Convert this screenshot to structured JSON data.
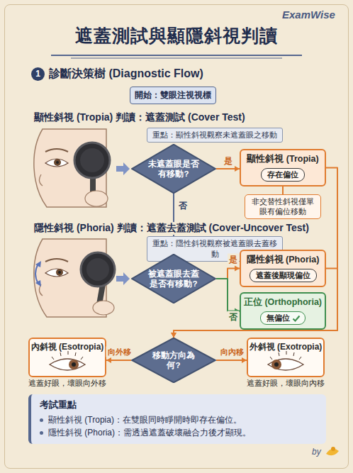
{
  "diagram": {
    "title": "遮蓋測試與顯隱斜視判讀",
    "nodes": [
      {
        "text": [
          "開始：雙眼注視視標"
        ]
      },
      {
        "text": [
          "重點：顯性斜視觀察未遮蓋眼之移動"
        ]
      },
      {
        "text": [
          "未遮蓋眼是否有移動?"
        ]
      },
      {
        "text": [
          "顯性斜視 (Tropia)"
        ]
      },
      {
        "text": [
          "存在偏位"
        ],
        "in": 3
      },
      {
        "text": [
          "非交替性斜視僅單眼有偏位移動"
        ]
      },
      {
        "text": [
          "重點：隱性斜視觀察被遮蓋眼去蓋移動"
        ]
      },
      {
        "text": [
          "被遮蓋眼去蓋是否有移動?"
        ]
      },
      {
        "text": [
          "隱性斜視 (Phoria)"
        ]
      },
      {
        "text": [
          "遮蓋後顯現偏位"
        ],
        "in": 8
      },
      {
        "text": [
          "正位 (Orthophoria)"
        ]
      },
      {
        "text": [
          "無偏位"
        ],
        "in": 10
      },
      {
        "text": [
          "移動方向為何?"
        ]
      },
      {
        "text": [
          "內斜視 (Esotropia)",
          "遮蓋好眼，壞眼向外移"
        ]
      },
      {
        "text": [
          "外斜視 (Exotropia)",
          "遮蓋好眼，壞眼向內移"
        ]
      },
      {
        "text": [
          "考試重點",
          "顯性斜視 (Tropia)：在雙眼同時睜開時即存在偏位。",
          "隱性斜視 (Phoria)：需透過遮蓋破壞融合力後才顯現。"
        ]
      }
    ],
    "edges": [
      {
        "from": 2,
        "to": 3,
        "label": "是",
        "arrow": "to"
      },
      {
        "from": 2,
        "to": 7,
        "label": "否",
        "arrow": "to"
      },
      {
        "from": 3,
        "to": 5,
        "arrow": "none"
      },
      {
        "from": 7,
        "to": 8,
        "label": "是",
        "arrow": "to"
      },
      {
        "from": 7,
        "to": 10,
        "label": "否",
        "arrow": "to"
      },
      {
        "from": 3,
        "to": 12,
        "arrow": "to"
      },
      {
        "from": 8,
        "to": 12,
        "arrow": "to"
      },
      {
        "from": 12,
        "to": 13,
        "label": "向外移",
        "arrow": "to"
      },
      {
        "from": 12,
        "to": 14,
        "label": "向內移",
        "arrow": "to"
      }
    ],
    "labels": [
      "ExamWise",
      "1",
      "診斷決策樹 (Diagnostic Flow)",
      "顯性斜視 (Tropia) 判讀：遮蓋測試 (Cover Test)",
      "隱性斜視 (Phoria) 判讀：遮蓋去蓋測試 (Cover-Uncover Test)",
      "by"
    ]
  }
}
